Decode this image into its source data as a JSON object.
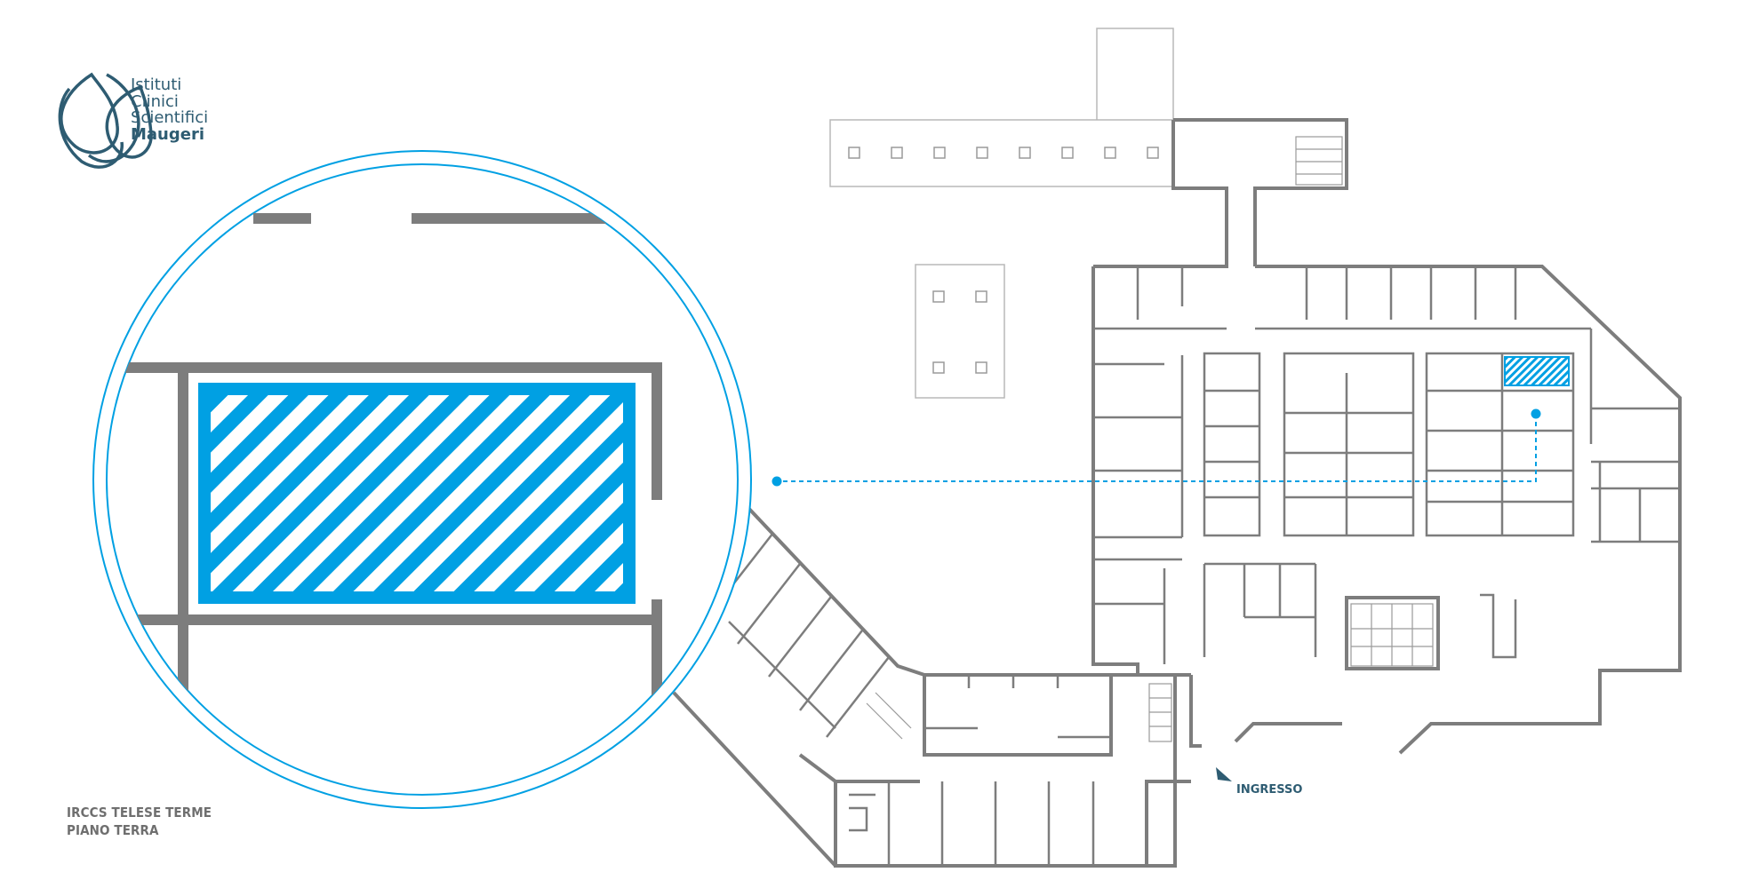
{
  "logo": {
    "icon": "lotus-drop-icon",
    "lines": [
      "Istituti",
      "Clinici",
      "Scientifici",
      "Maugeri"
    ],
    "color": "#2e5c72"
  },
  "location": {
    "line1": "IRCCS TELESE TERME",
    "line2": "PIANO TERRA"
  },
  "entrance": {
    "label": "INGRESSO",
    "icon": "entrance-arrow-icon"
  },
  "map": {
    "highlight_icon": "hatched-room-icon",
    "pin_icon": "location-pin-icon",
    "colors": {
      "accent": "#00a0e3",
      "wall": "#7d7d7d",
      "light_wall": "#b8b8b8",
      "label": "#2e5c72"
    }
  }
}
